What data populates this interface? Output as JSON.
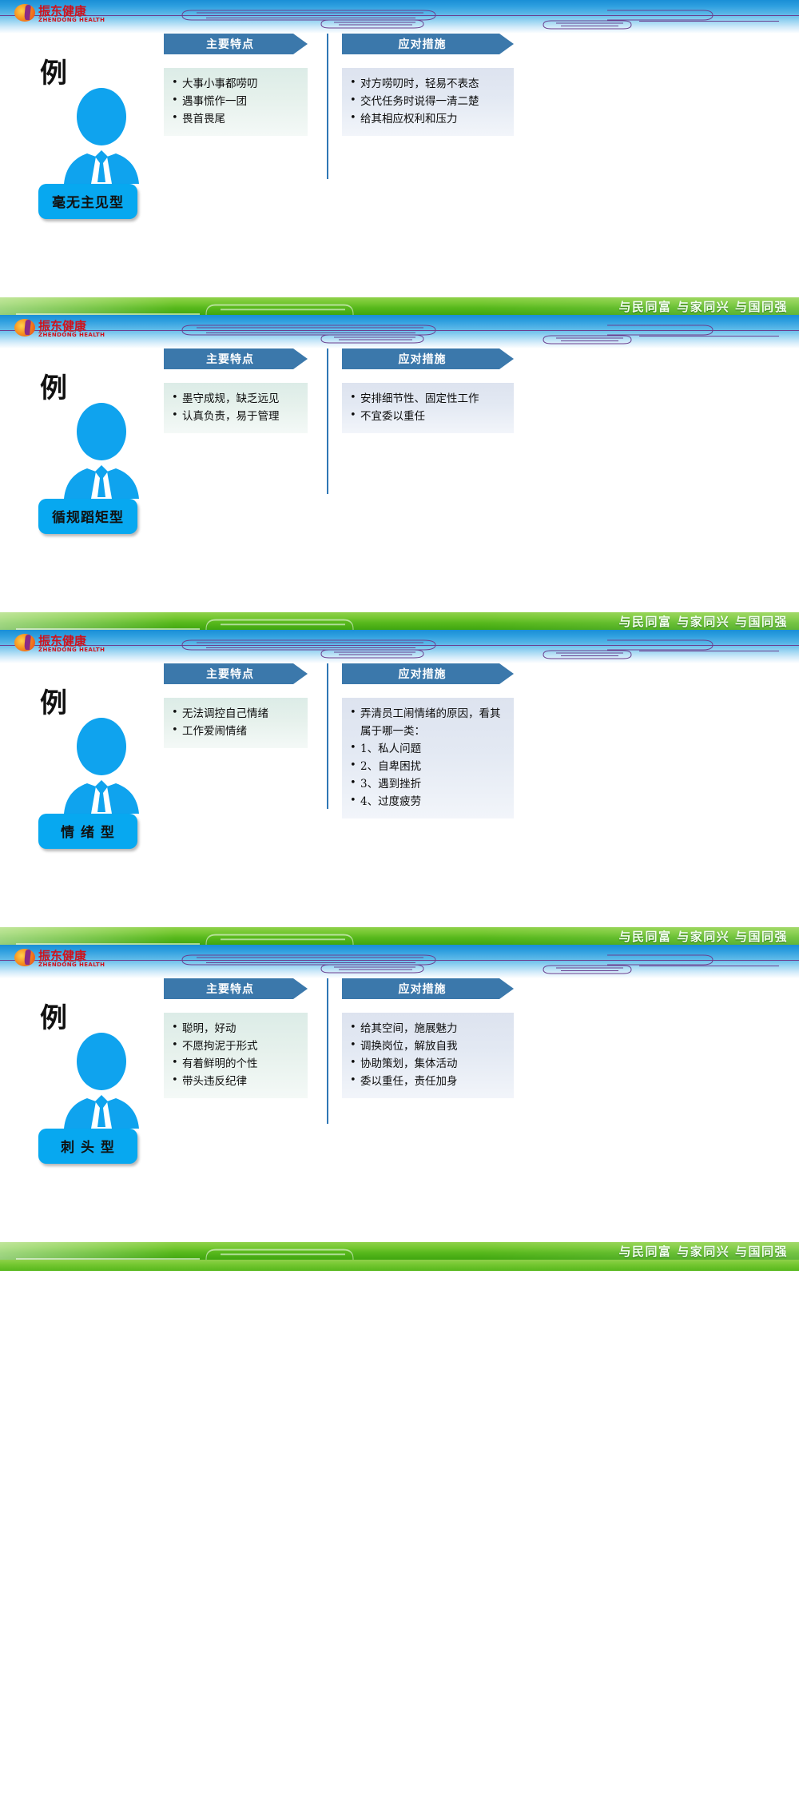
{
  "brand": {
    "logo_cn": "振东健康",
    "logo_en": "ZHENDONG HEALTH",
    "slogan": "与民同富  与家同兴  与国同强",
    "accent_blue": "#07a8f0",
    "header_blue": "#3b78ab",
    "band_green": "#57b81c",
    "logo_red": "#d0121b"
  },
  "slides": [
    {
      "title": "例",
      "type_label": "毫无主见型",
      "left": {
        "heading": "主要特点",
        "bullets": [
          "大事小事都唠叨",
          "遇事慌作一团",
          "畏首畏尾"
        ]
      },
      "right": {
        "heading": "应对措施",
        "bullets": [
          "对方唠叨时，轻易不表态",
          "交代任务时说得一清二楚",
          "给其相应权利和压力"
        ]
      }
    },
    {
      "title": "例",
      "type_label": "循规蹈矩型",
      "left": {
        "heading": "主要特点",
        "bullets": [
          "墨守成规，缺乏远见",
          "认真负责，易于管理"
        ]
      },
      "right": {
        "heading": "应对措施",
        "bullets": [
          "安排细节性、固定性工作",
          "不宜委以重任"
        ]
      }
    },
    {
      "title": "例",
      "type_label": "情 绪 型",
      "left": {
        "heading": "主要特点",
        "bullets": [
          "无法调控自己情绪",
          "工作爱闹情绪"
        ]
      },
      "right": {
        "heading": "应对措施",
        "bullets": [
          "弄清员工闹情绪的原因，看其",
          "属于哪一类：",
          "1、私人问题",
          "2、自卑困扰",
          "3、遇到挫折",
          "4、过度疲劳"
        ],
        "continuation_index": 1
      }
    },
    {
      "title": "例",
      "type_label": "刺 头 型",
      "left": {
        "heading": "主要特点",
        "bullets": [
          "聪明，好动",
          "不愿拘泥于形式",
          "有着鲜明的个性",
          "带头违反纪律"
        ]
      },
      "right": {
        "heading": "应对措施",
        "bullets": [
          "给其空间，施展魅力",
          "调换岗位，解放自我",
          "协助策划，集体活动",
          "委以重任，责任加身"
        ]
      }
    }
  ],
  "icons": {
    "person": "person-icon",
    "logo_mark": "zhendong-logo-icon"
  }
}
